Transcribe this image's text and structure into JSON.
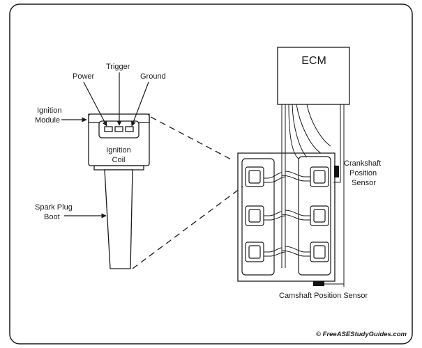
{
  "labels": {
    "power": "Power",
    "trigger": "Trigger",
    "ground": "Ground",
    "ignition_module_line1": "Ignition",
    "ignition_module_line2": "Module",
    "ignition_coil_line1": "Ignition",
    "ignition_coil_line2": "Coil",
    "spark_plug_boot_line1": "Spark Plug",
    "spark_plug_boot_line2": "Boot",
    "ecm": "ECM",
    "crankshaft_line1": "Crankshaft",
    "crankshaft_line2": "Position",
    "crankshaft_line3": "Sensor",
    "camshaft": "Camshaft Position Sensor",
    "copyright": "© FreeASEStudyGuides.com"
  },
  "colors": {
    "stroke": "#1a1a1a",
    "background": "#ffffff",
    "sensor": "#111111"
  }
}
